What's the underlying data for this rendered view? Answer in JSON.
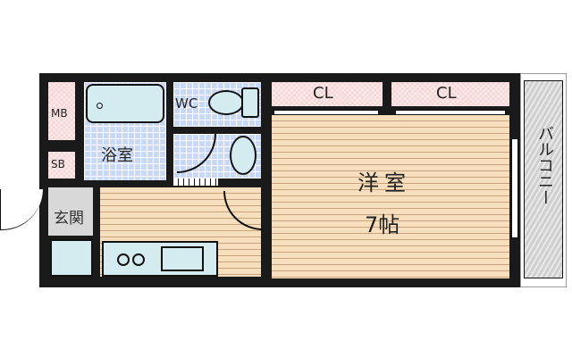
{
  "floorplan": {
    "rooms": {
      "mb": {
        "label": "MB"
      },
      "sb": {
        "label": "SB"
      },
      "bathroom": {
        "label": "浴室"
      },
      "wc": {
        "label": "WC"
      },
      "entrance": {
        "label": "玄関"
      },
      "closet1": {
        "label": "CL"
      },
      "closet2": {
        "label": "CL"
      },
      "western_room": {
        "label": "洋室",
        "size": "7帖"
      },
      "balcony": {
        "label": "バルコニー"
      }
    },
    "colors": {
      "wall": "#1a1a1a",
      "storage": "#f6d6d6",
      "tile": "#c9d9f5",
      "wood_floor": "#f7dfbd",
      "fixture": "#d4ecf0",
      "balcony": "#cfcfcf",
      "entrance": "#d8d8d8"
    }
  }
}
